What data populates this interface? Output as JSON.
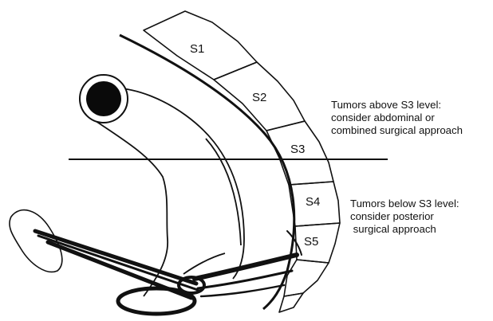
{
  "segments": {
    "s1": "S1",
    "s2": "S2",
    "s3": "S3",
    "s4": "S4",
    "s5": "S5"
  },
  "notes": {
    "above": {
      "line1": "Tumors above S3 level:",
      "line2": "consider abdominal or",
      "line3": "combined surgical approach"
    },
    "below": {
      "line1": "Tumors below S3 level:",
      "line2": "consider posterior",
      "line3": " surgical approach"
    }
  }
}
